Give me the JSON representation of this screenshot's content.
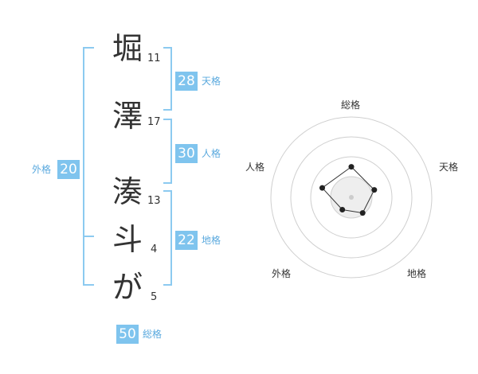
{
  "name": {
    "characters": [
      {
        "char": "堀",
        "strokes": "11"
      },
      {
        "char": "澤",
        "strokes": "17"
      },
      {
        "char": "湊",
        "strokes": "13"
      },
      {
        "char": "斗",
        "strokes": "4"
      },
      {
        "char": "が",
        "strokes": "5"
      }
    ]
  },
  "fortunes": {
    "tenkaku": {
      "value": "28",
      "label": "天格"
    },
    "jinkaku": {
      "value": "30",
      "label": "人格"
    },
    "chikaku": {
      "value": "22",
      "label": "地格"
    },
    "gaikaku": {
      "value": "20",
      "label": "外格"
    },
    "soukaku": {
      "value": "50",
      "label": "総格"
    }
  },
  "colors": {
    "accent": "#7fc4ee",
    "accent_text": "#5aa9de",
    "bracket": "#8ccaf0"
  },
  "chart_data": {
    "type": "radar",
    "axes": [
      "総格",
      "天格",
      "地格",
      "外格",
      "人格"
    ],
    "values": [
      0.38,
      0.3,
      0.24,
      0.19,
      0.38
    ],
    "rings": 4
  }
}
